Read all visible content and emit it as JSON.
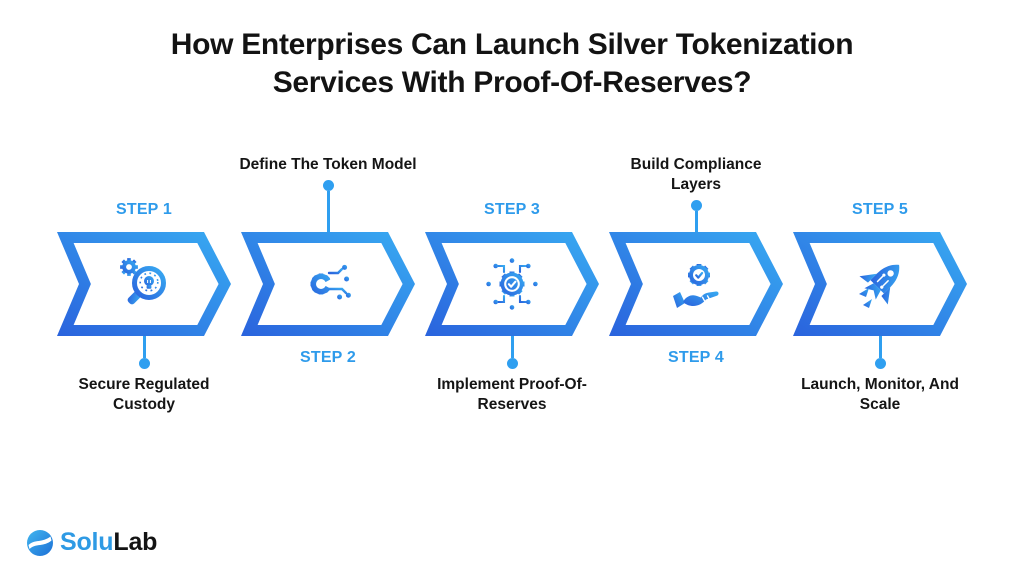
{
  "title": {
    "line1": "How Enterprises Can Launch Silver Tokenization",
    "line2": "Services With Proof-Of-Reserves?"
  },
  "colors": {
    "accent_blue": "#2E9BEB",
    "chevron_gradient_start": "#2A63DD",
    "chevron_gradient_end": "#38ABF2",
    "connector_blue": "#2F9FF0",
    "title_color": "#131313",
    "logo_blue": "#2E9AE4",
    "logo_dark": "#131313",
    "background": "#FFFFFF"
  },
  "steps": [
    {
      "step_label": "STEP 1",
      "description": "Secure Regulated Custody",
      "icon": "magnifier-bulb-gear-icon",
      "description_position": "below"
    },
    {
      "step_label": "STEP 2",
      "description": "Define The Token Model",
      "icon": "gear-circuit-icon",
      "description_position": "above"
    },
    {
      "step_label": "STEP 3",
      "description": "Implement Proof-Of-Reserves",
      "icon": "gear-check-network-icon",
      "description_position": "below"
    },
    {
      "step_label": "STEP 4",
      "description": "Build Compliance Layers",
      "icon": "hand-gear-check-icon",
      "description_position": "above"
    },
    {
      "step_label": "STEP 5",
      "description": "Launch, Monitor, And Scale",
      "icon": "rocket-icon",
      "description_position": "below"
    }
  ],
  "logo": {
    "name": "SoluLab",
    "part1": "Solu",
    "part2": "Lab"
  }
}
